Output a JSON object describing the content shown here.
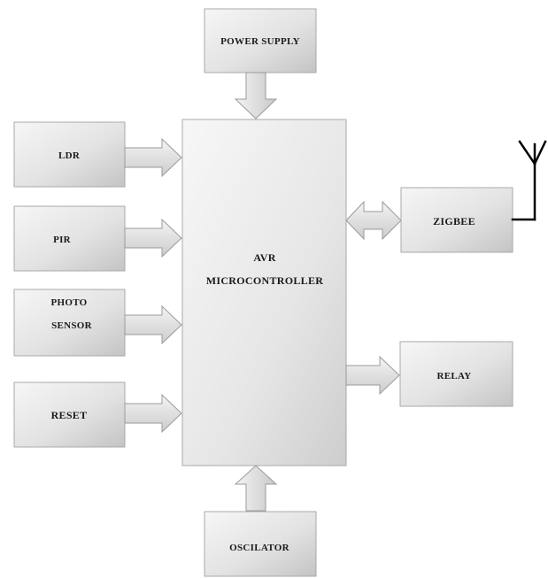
{
  "blocks": {
    "power_supply": "POWER SUPPLY",
    "ldr": "LDR",
    "pir": "PIR",
    "photo_sensor_line1": "PHOTO",
    "photo_sensor_line2": "SENSOR",
    "reset": "RESET",
    "mcu_line1": "AVR",
    "mcu_line2": "MICROCONTROLLER",
    "zigbee": "ZIGBEE",
    "relay": "RELAY",
    "oscillator": "OSCILATOR"
  },
  "colors": {
    "block_light": "#f4f4f4",
    "block_dark": "#c6c6c6",
    "block_border": "#a9a9a9",
    "arrow_light": "#eeeeee",
    "arrow_dark": "#cfcfcf",
    "arrow_border": "#9a9a9a",
    "antenna": "#000000",
    "text": "#1a1a1a"
  }
}
